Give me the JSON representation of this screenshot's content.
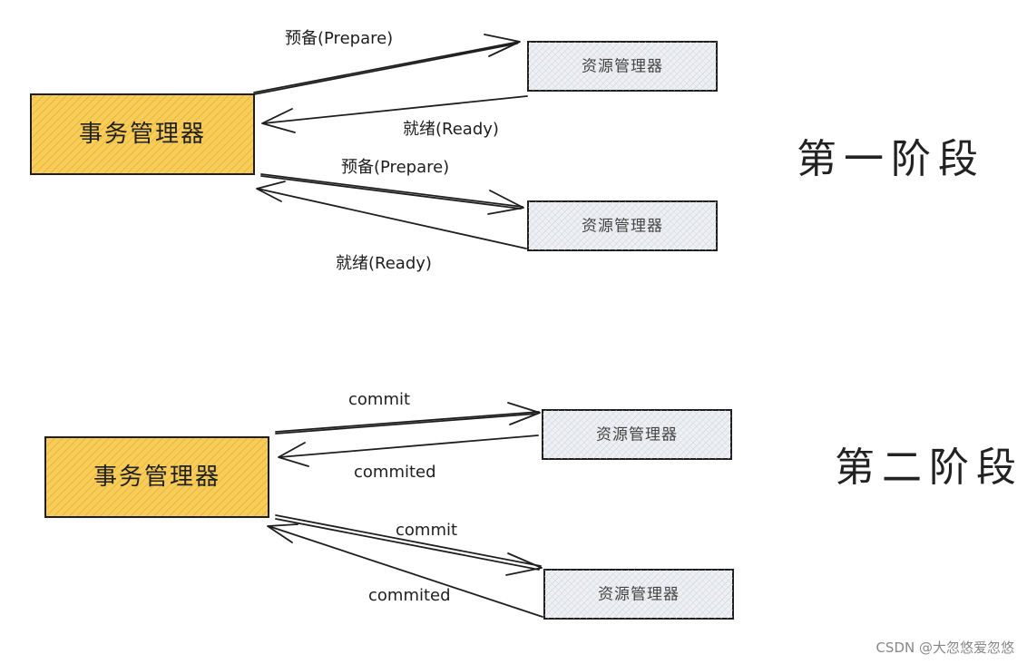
{
  "phase1": {
    "title": "第一阶段",
    "coordinator": "事务管理器",
    "participant_top": "资源管理器",
    "participant_bottom": "资源管理器",
    "msg_prepare_top": "预备(Prepare)",
    "msg_ready_top": "就绪(Ready)",
    "msg_prepare_bottom": "预备(Prepare)",
    "msg_ready_bottom": "就绪(Ready)"
  },
  "phase2": {
    "title": "第二阶段",
    "coordinator": "事务管理器",
    "participant_top": "资源管理器",
    "participant_bottom": "资源管理器",
    "msg_commit_top": "commit",
    "msg_commited_top": "commited",
    "msg_commit_bottom": "commit",
    "msg_commited_bottom": "commited"
  },
  "watermark": "CSDN @大忽悠爱忽悠",
  "colors": {
    "coordinator_fill": "#f6c445",
    "participant_fill": "#e9ecef",
    "stroke": "#1e1e1e"
  }
}
